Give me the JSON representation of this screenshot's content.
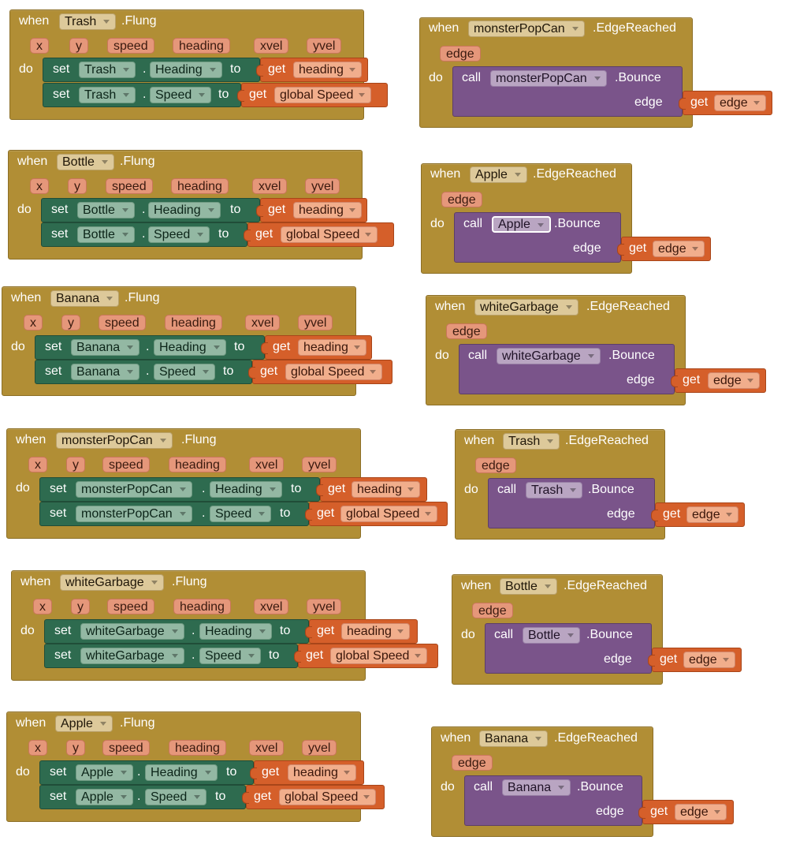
{
  "keywords": {
    "when": "when",
    "do": "do",
    "set": "set",
    "to": "to",
    "get": "get",
    "call": "call",
    "dot": "."
  },
  "flung_event": {
    "event_name": ".Flung",
    "params": [
      "x",
      "y",
      "speed",
      "heading",
      "xvel",
      "yvel"
    ],
    "prop_heading": "Heading",
    "prop_speed": "Speed",
    "get_heading": "heading",
    "get_speed": "global Speed"
  },
  "edge_event": {
    "event_name": ".EdgeReached",
    "param": "edge",
    "method": ".Bounce",
    "arg_label": "edge",
    "get_value": "edge"
  },
  "flung_blocks": [
    {
      "component": "Trash"
    },
    {
      "component": "Bottle"
    },
    {
      "component": "Banana"
    },
    {
      "component": "monsterPopCan"
    },
    {
      "component": "whiteGarbage"
    },
    {
      "component": "Apple"
    }
  ],
  "edge_blocks": [
    {
      "component": "monsterPopCan"
    },
    {
      "component": "Apple"
    },
    {
      "component": "whiteGarbage"
    },
    {
      "component": "Trash"
    },
    {
      "component": "Bottle"
    },
    {
      "component": "Banana"
    }
  ],
  "colors": {
    "event": "#b18e35",
    "setter": "#2e6b4f",
    "getter": "#d55f2a",
    "call": "#7a548a",
    "param": "#e5977a"
  }
}
